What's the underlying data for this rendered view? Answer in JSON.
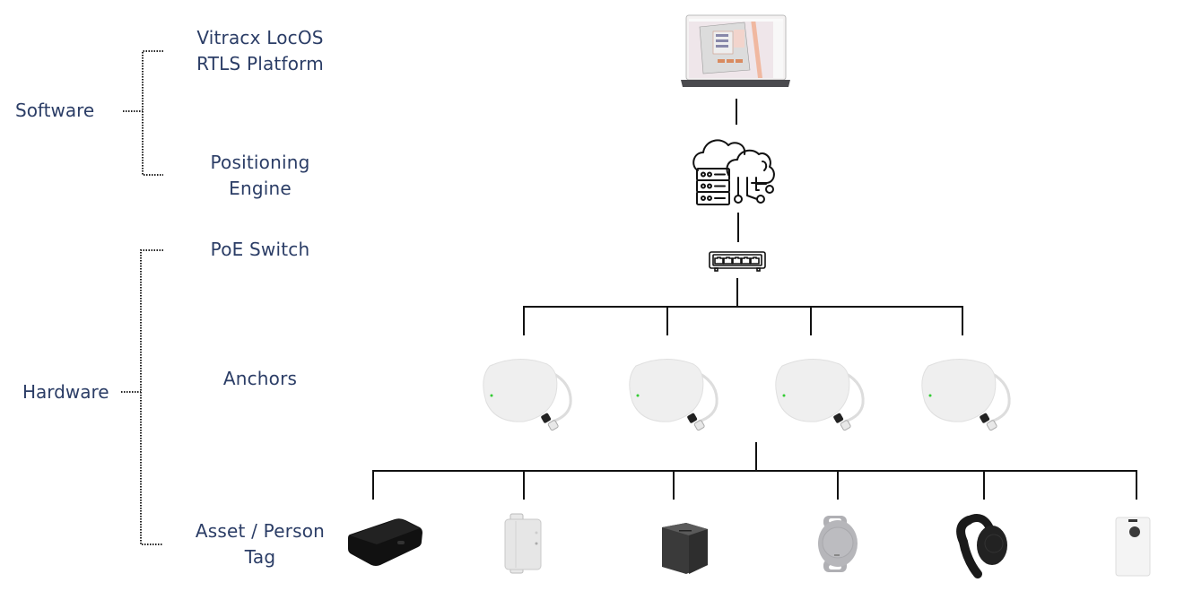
{
  "groups": [
    {
      "label": "Software",
      "layers": [
        "Vitracx LocOS RTLS Platform",
        "Positioning Engine"
      ]
    },
    {
      "label": "Hardware",
      "layers": [
        "PoE Switch",
        "Anchors",
        "Asset / Person Tag"
      ]
    }
  ],
  "layers": {
    "platform": {
      "line1": "Vitracx LocOS",
      "line2": "RTLS Platform",
      "icon": "laptop-icon"
    },
    "engine": {
      "line1": "Positioning",
      "line2": "Engine",
      "icon": "cloud-server-icon"
    },
    "switch": {
      "line1": "PoE Switch",
      "icon": "network-switch-icon"
    },
    "anchors": {
      "line1": "Anchors",
      "count": 4,
      "icon": "anchor-device-icon"
    },
    "tags": {
      "line1": "Asset / Person",
      "line2": "Tag",
      "count": 6,
      "items": [
        "black-box-tag-icon",
        "white-enclosure-tag-icon",
        "dark-cube-tag-icon",
        "grey-oval-tag-icon",
        "wristband-tag-icon",
        "white-card-tag-icon"
      ]
    }
  },
  "colors": {
    "text": "#2b3d66",
    "line": "#111111"
  }
}
